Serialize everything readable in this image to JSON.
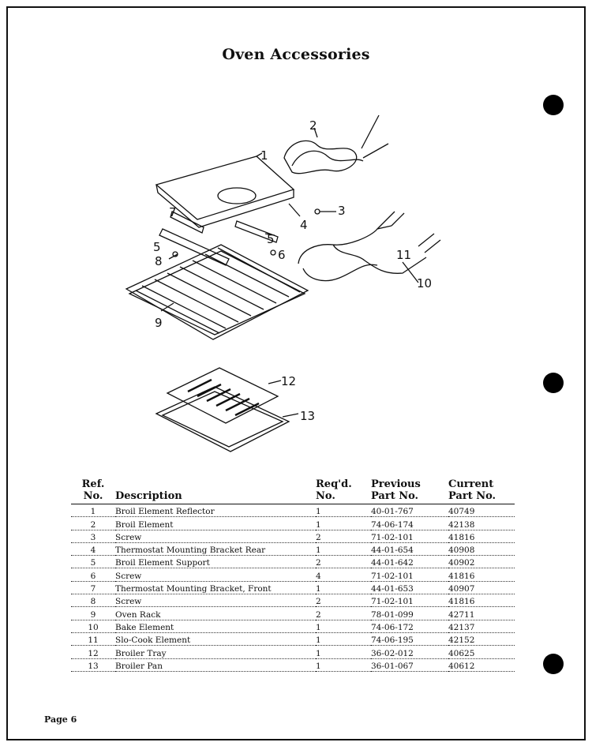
{
  "title": "Oven Accessories",
  "footer": "Page 6",
  "diagram": {
    "callouts": [
      "1",
      "2",
      "3",
      "4",
      "5",
      "6",
      "7",
      "8",
      "9",
      "10",
      "11",
      "12",
      "13",
      "5"
    ]
  },
  "table": {
    "headers": {
      "ref": [
        "Ref.",
        "No."
      ],
      "desc": [
        "",
        "Description"
      ],
      "req": [
        "Req'd.",
        "No."
      ],
      "prev": [
        "Previous",
        "Part No."
      ],
      "cur": [
        "Current",
        "Part No."
      ]
    },
    "rows": [
      {
        "ref": "1",
        "desc": "Broil Element Reflector",
        "req": "1",
        "prev": "40-01-767",
        "cur": "40749"
      },
      {
        "ref": "2",
        "desc": "Broil Element",
        "req": "1",
        "prev": "74-06-174",
        "cur": "42138"
      },
      {
        "ref": "3",
        "desc": "Screw",
        "req": "2",
        "prev": "71-02-101",
        "cur": "41816"
      },
      {
        "ref": "4",
        "desc": "Thermostat Mounting Bracket Rear",
        "req": "1",
        "prev": "44-01-654",
        "cur": "40908"
      },
      {
        "ref": "5",
        "desc": "Broil Element Support",
        "req": "2",
        "prev": "44-01-642",
        "cur": "40902"
      },
      {
        "ref": "6",
        "desc": "Screw",
        "req": "4",
        "prev": "71-02-101",
        "cur": "41816"
      },
      {
        "ref": "7",
        "desc": "Thermostat Mounting Bracket, Front",
        "req": "1",
        "prev": "44-01-653",
        "cur": "40907"
      },
      {
        "ref": "8",
        "desc": "Screw",
        "req": "2",
        "prev": "71-02-101",
        "cur": "41816"
      },
      {
        "ref": "9",
        "desc": "Oven Rack",
        "req": "2",
        "prev": "78-01-099",
        "cur": "42711"
      },
      {
        "ref": "10",
        "desc": "Bake Element",
        "req": "1",
        "prev": "74-06-172",
        "cur": "42137"
      },
      {
        "ref": "11",
        "desc": "Slo-Cook Element",
        "req": "1",
        "prev": "74-06-195",
        "cur": "42152"
      },
      {
        "ref": "12",
        "desc": "Broiler Tray",
        "req": "1",
        "prev": "36-02-012",
        "cur": "40625"
      },
      {
        "ref": "13",
        "desc": "Broiler Pan",
        "req": "1",
        "prev": "36-01-067",
        "cur": "40612"
      }
    ]
  }
}
